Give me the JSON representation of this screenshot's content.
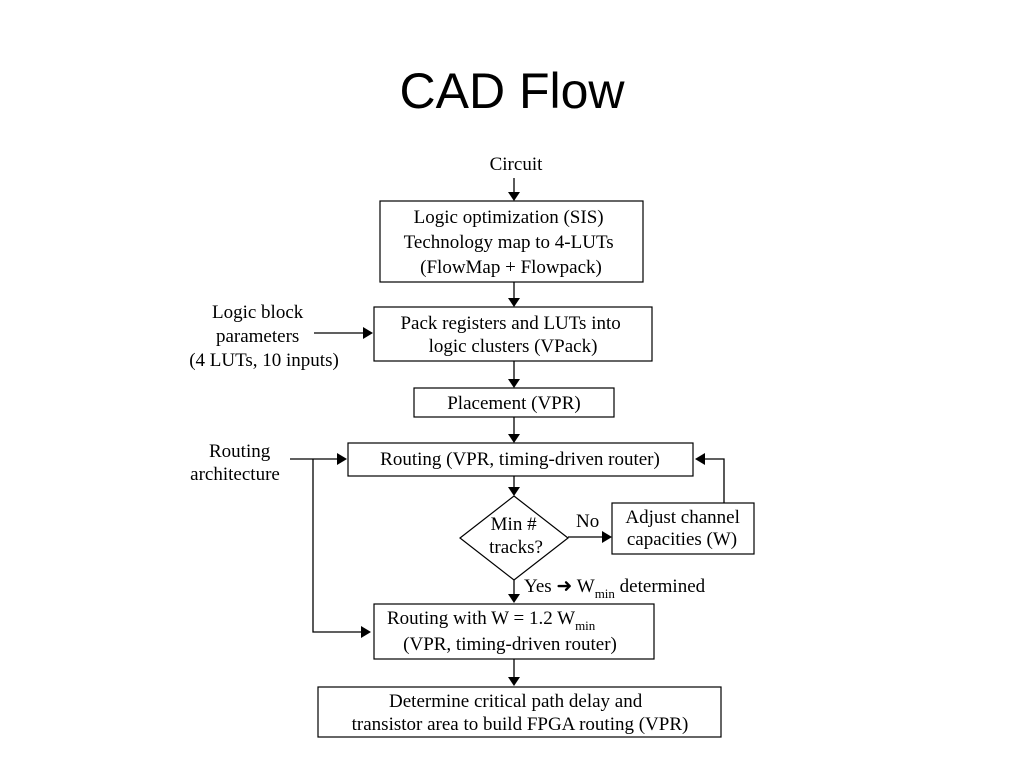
{
  "slide": {
    "title": "CAD Flow"
  },
  "flow": {
    "input": "Circuit",
    "step1": [
      "Logic optimization (SIS)",
      "Technology map to 4-LUTs",
      "(FlowMap + Flowpack)"
    ],
    "logic_block_params": [
      "Logic block",
      "parameters",
      "(4 LUTs, 10 inputs)"
    ],
    "step2": [
      "Pack registers and LUTs into",
      "logic clusters (VPack)"
    ],
    "step3": "Placement (VPR)",
    "routing_arch": [
      "Routing",
      "architecture"
    ],
    "step4": "Routing (VPR, timing-driven router)",
    "decision": [
      "Min #",
      "tracks?"
    ],
    "no_label": "No",
    "adjust": [
      "Adjust channel",
      "capacities (W)"
    ],
    "yes_label": {
      "pre": "Yes",
      "arrow": "➜",
      "w": "W",
      "sub": "min",
      "post": "determined"
    },
    "step5": {
      "line1_pre": "Routing with W = 1.2 W",
      "line1_sub": "min",
      "line2": "(VPR, timing-driven router)"
    },
    "step6": [
      "Determine critical path delay and",
      "transistor area to build FPGA routing (VPR)"
    ]
  }
}
